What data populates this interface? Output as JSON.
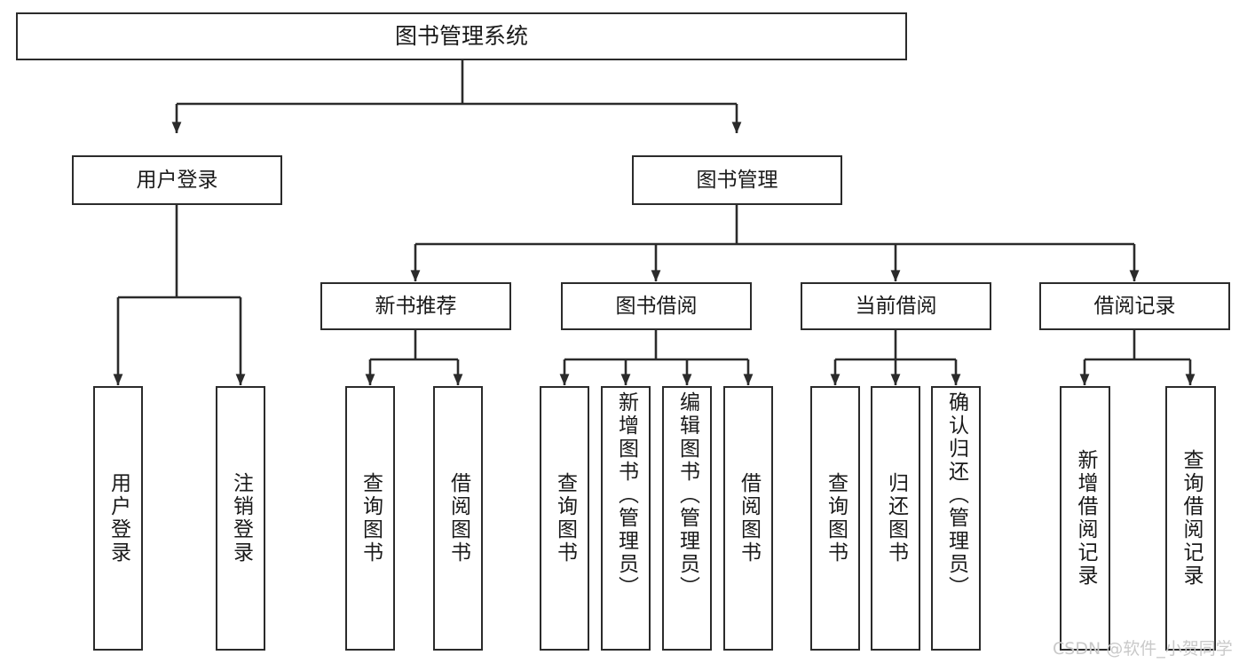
{
  "diagram": {
    "type": "tree",
    "title": "图书管理系统",
    "watermark": "CSDN @软件_小贺同学",
    "stroke_color": "#2b2b2b",
    "background_color": "#ffffff",
    "text_color": "#1a1a1a",
    "watermark_color": "#c9c9c9",
    "nodes": {
      "root": "图书管理系统",
      "user_login": "用户登录",
      "book_manage": "图书管理",
      "new_book_rec": "新书推荐",
      "book_borrow": "图书借阅",
      "current_borrow": "当前借阅",
      "borrow_record": "借阅记录",
      "leaf_user_login": "用户登录",
      "leaf_logout": "注销登录",
      "leaf_query_book_1": "查询图书",
      "leaf_borrow_book_1": "借阅图书",
      "leaf_query_book_2": "查询图书",
      "leaf_add_book_admin": "新增图书（管理员）",
      "leaf_edit_book_admin": "编辑图书（管理员）",
      "leaf_borrow_book_2": "借阅图书",
      "leaf_query_book_3": "查询图书",
      "leaf_return_book": "归还图书",
      "leaf_confirm_return_admin": "确认归还（管理员）",
      "leaf_add_record": "新增借阅记录",
      "leaf_query_record": "查询借阅记录"
    },
    "hierarchy": [
      {
        "label": "图书管理系统",
        "children": [
          {
            "label": "用户登录",
            "children": [
              {
                "label": "用户登录"
              },
              {
                "label": "注销登录"
              }
            ]
          },
          {
            "label": "图书管理",
            "children": [
              {
                "label": "新书推荐",
                "children": [
                  {
                    "label": "查询图书"
                  },
                  {
                    "label": "借阅图书"
                  }
                ]
              },
              {
                "label": "图书借阅",
                "children": [
                  {
                    "label": "查询图书"
                  },
                  {
                    "label": "新增图书（管理员）"
                  },
                  {
                    "label": "编辑图书（管理员）"
                  },
                  {
                    "label": "借阅图书"
                  }
                ]
              },
              {
                "label": "当前借阅",
                "children": [
                  {
                    "label": "查询图书"
                  },
                  {
                    "label": "归还图书"
                  },
                  {
                    "label": "确认归还（管理员）"
                  }
                ]
              },
              {
                "label": "借阅记录",
                "children": [
                  {
                    "label": "新增借阅记录"
                  },
                  {
                    "label": "查询借阅记录"
                  }
                ]
              }
            ]
          }
        ]
      }
    ]
  }
}
